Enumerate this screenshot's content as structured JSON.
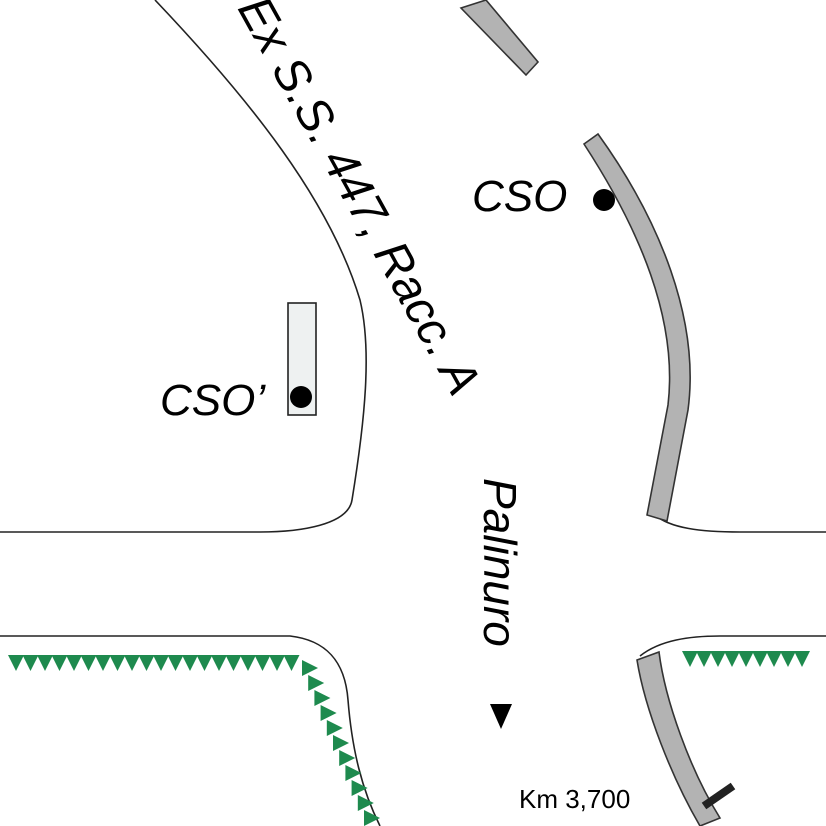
{
  "labels": {
    "road_name": "Ex S.S. 447, Racc. A",
    "direction": "Palinuro",
    "point_cso": "CSO",
    "point_cso_prime": "CSO’",
    "km_marker": "Km 3,700"
  },
  "colors": {
    "kerb": "#b3b3b3",
    "vegetation": "#1e8a4e",
    "point": "#000000",
    "box": "#eef1f1"
  },
  "icons": {
    "direction_arrow": "arrow-down-icon",
    "vegetation": "green-triangle-hedge-icon"
  }
}
